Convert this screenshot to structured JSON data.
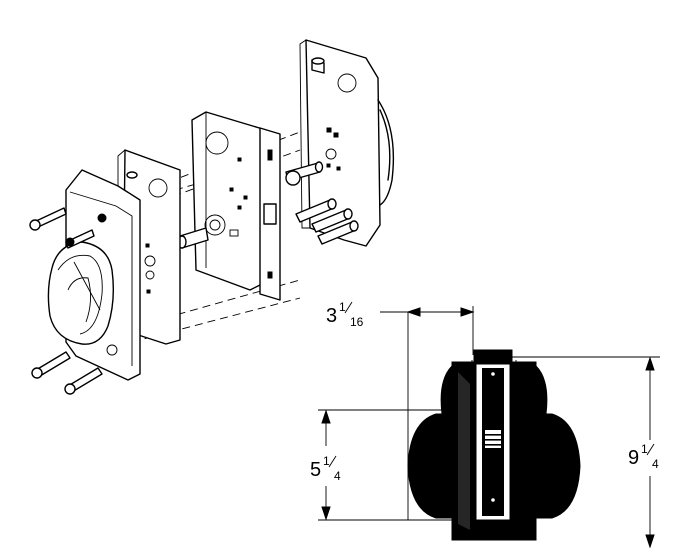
{
  "dimensions": {
    "backset": {
      "whole": "3",
      "num": "1",
      "den": "16"
    },
    "knob_height": {
      "whole": "5",
      "num": "1",
      "den": "4"
    },
    "overall_height": {
      "whole": "9",
      "num": "1",
      "den": "4"
    }
  }
}
